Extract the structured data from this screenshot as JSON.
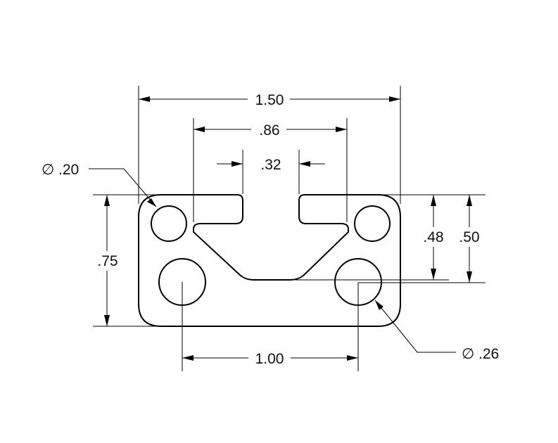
{
  "drawing": {
    "dimensions": {
      "overall_width": "1.50",
      "slot_outer_width": ".86",
      "slot_opening_width": ".32",
      "overall_height": ".75",
      "slot_depth": ".48",
      "hole_spacing_vertical": ".50",
      "hole_spacing_horizontal": "1.00",
      "small_hole_diameter": ".20",
      "large_hole_diameter": ".26"
    },
    "symbols": {
      "diameter": "∅"
    },
    "colors": {
      "line": "#000000",
      "background": "#ffffff"
    }
  }
}
